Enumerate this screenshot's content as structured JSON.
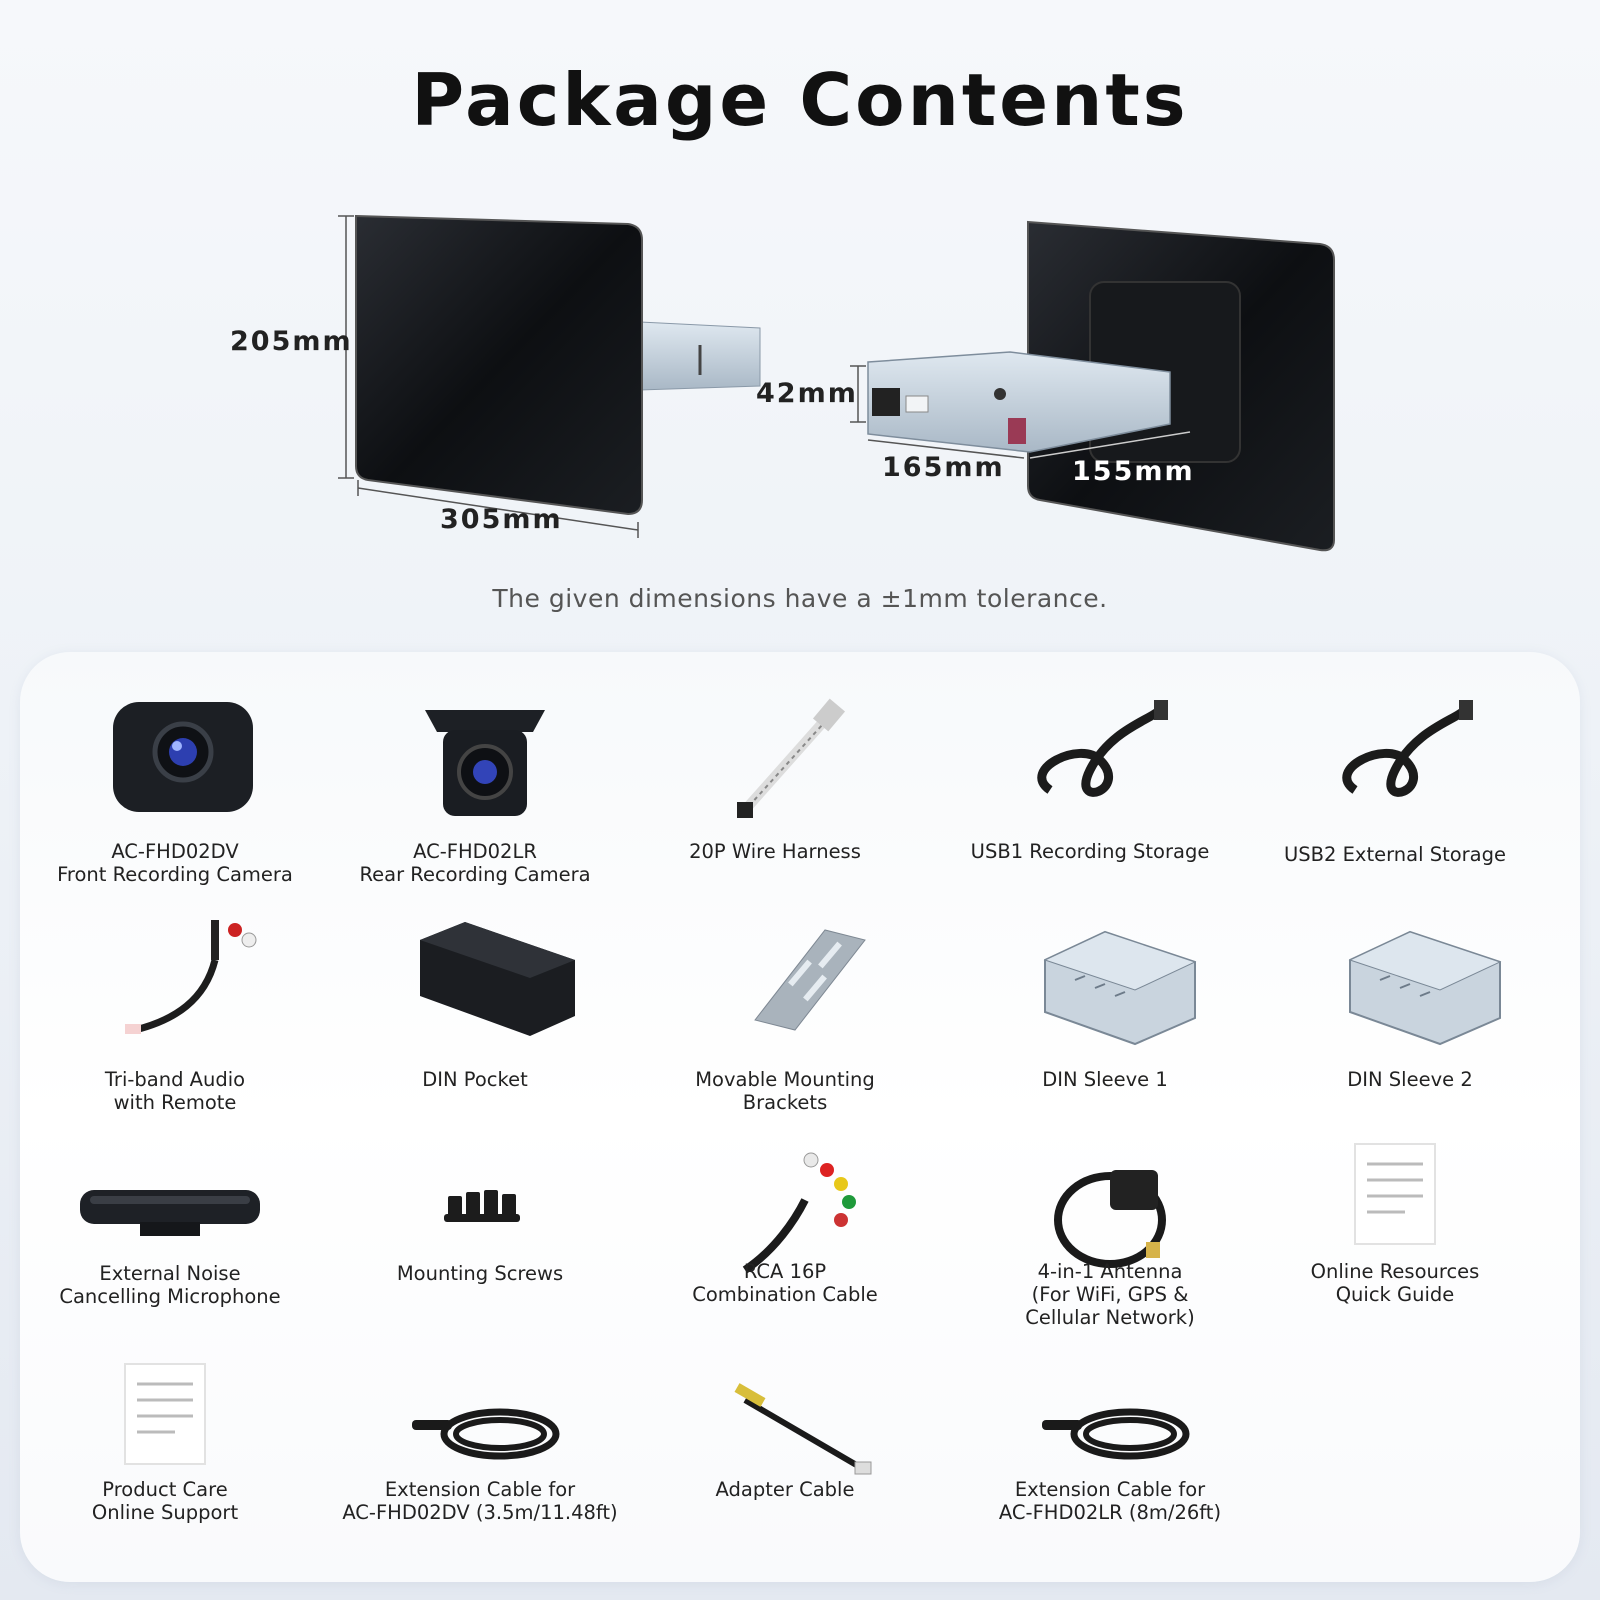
{
  "title": "Package Contents",
  "dimensions": {
    "height": "205mm",
    "width": "305mm",
    "depth_chassis": "42mm",
    "chassis_width": "165mm",
    "chassis_length": "155mm"
  },
  "tolerance_note": "The given dimensions have a ±1mm tolerance.",
  "items": [
    {
      "label": "AC-FHD02DV\nFront Recording Camera",
      "icon": "front-camera-icon"
    },
    {
      "label": "AC-FHD02LR\nRear Recording Camera",
      "icon": "rear-camera-icon"
    },
    {
      "label": "20P Wire Harness",
      "icon": "wire-harness-icon"
    },
    {
      "label": "USB1 Recording Storage",
      "icon": "usb-cable-icon"
    },
    {
      "label": "USB2 External Storage",
      "icon": "usb-cable-icon"
    },
    {
      "label": "Tri-band Audio\nwith Remote",
      "icon": "audio-cable-icon"
    },
    {
      "label": "DIN Pocket",
      "icon": "din-pocket-icon"
    },
    {
      "label": "Movable Mounting\nBrackets",
      "icon": "bracket-icon"
    },
    {
      "label": "DIN Sleeve 1",
      "icon": "din-sleeve-icon"
    },
    {
      "label": "DIN Sleeve 2",
      "icon": "din-sleeve-icon"
    },
    {
      "label": "External Noise\nCancelling Microphone",
      "icon": "microphone-icon"
    },
    {
      "label": "Mounting Screws",
      "icon": "screws-icon"
    },
    {
      "label": "RCA 16P\nCombination Cable",
      "icon": "rca-cable-icon"
    },
    {
      "label": "4-in-1 Antenna\n(For WiFi, GPS &\nCellular Network)",
      "icon": "antenna-icon"
    },
    {
      "label": "Online Resources\nQuick Guide",
      "icon": "document-icon"
    },
    {
      "label": "Product Care\nOnline Support",
      "icon": "document-icon"
    },
    {
      "label": "Extension Cable for\nAC-FHD02DV (3.5m/11.48ft)",
      "icon": "extension-cable-icon"
    },
    {
      "label": "Adapter Cable",
      "icon": "adapter-cable-icon"
    },
    {
      "label": "Extension Cable for\nAC-FHD02LR (8m/26ft)",
      "icon": "extension-cable-icon"
    }
  ]
}
